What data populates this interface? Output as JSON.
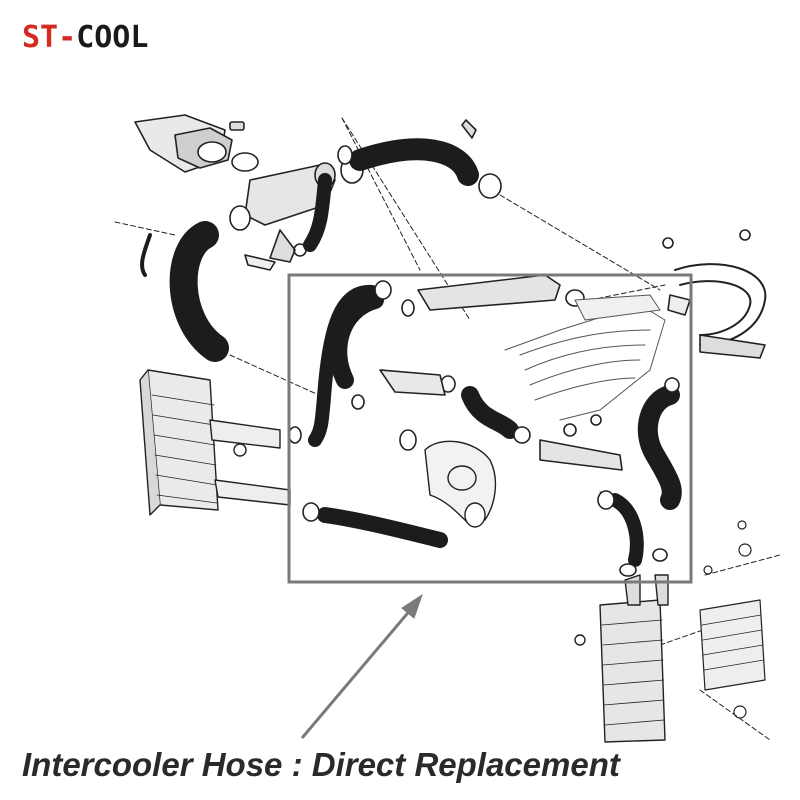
{
  "logo": {
    "part1": "ST",
    "part2": "-",
    "part3": "COOL"
  },
  "caption": "Intercooler Hose : Direct Replacement",
  "colors": {
    "logo_accent": "#d42a22",
    "logo_dark": "#1a1a1a",
    "hose": "#1c1c1c",
    "frame": "#7a7a7a",
    "arrow": "#7a7a7a",
    "line": "#222222"
  }
}
